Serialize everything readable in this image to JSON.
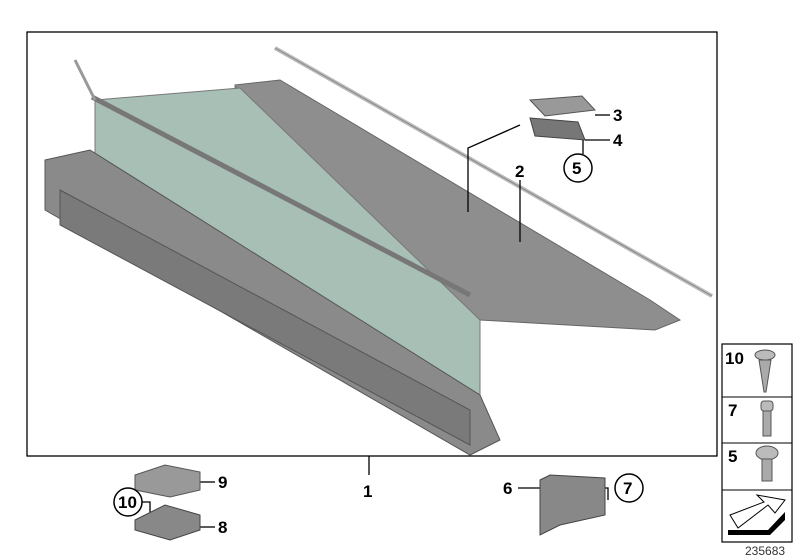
{
  "diagram": {
    "callouts": {
      "c1": "1",
      "c2": "2",
      "c3": "3",
      "c4": "4",
      "c5": "5",
      "c6": "6",
      "c7": "7",
      "c8": "8",
      "c9": "9",
      "c10": "10"
    },
    "circled_callouts": [
      "5",
      "7",
      "10"
    ],
    "legend_boxes": [
      {
        "number": "10",
        "part": "screw-self-tapping-icon"
      },
      {
        "number": "7",
        "part": "bolt-socket-head-icon"
      },
      {
        "number": "5",
        "part": "bolt-button-head-icon"
      },
      {
        "number": "",
        "part": "arrow-icon"
      }
    ],
    "image_number": "235683",
    "colors": {
      "part_gray": "#8c8c8c",
      "glass_green": "#9db8ad",
      "line": "#000000"
    }
  }
}
